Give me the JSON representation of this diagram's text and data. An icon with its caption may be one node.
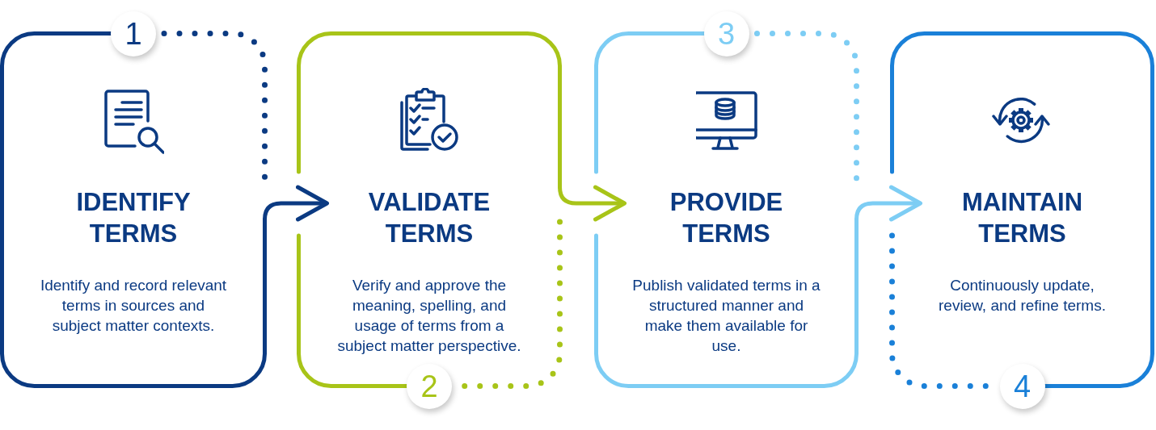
{
  "diagram": {
    "nodes": [
      {
        "text": [
          "1",
          "IDENTIFY TERMS",
          "Identify and record relevant terms in sources and subject matter contexts."
        ]
      },
      {
        "text": [
          "VALIDATE TERMS",
          "Verify and approve the meaning, spelling, and usage of terms from a subject matter perspective.",
          "2"
        ]
      },
      {
        "text": [
          "3",
          "PROVIDE TERMS",
          "Publish validated terms in a structured manner and make them available for use."
        ]
      },
      {
        "text": [
          "MAINTAIN TERMS",
          "Continuously update, review, and refine terms.",
          "4"
        ]
      }
    ],
    "edges": [
      {
        "from": 0,
        "to": 1,
        "arrow": "to",
        "color": "#0b3a82"
      },
      {
        "from": 1,
        "to": 2,
        "arrow": "to",
        "color": "#a8c418"
      },
      {
        "from": 2,
        "to": 3,
        "arrow": "to",
        "color": "#7dcdf4"
      }
    ]
  }
}
